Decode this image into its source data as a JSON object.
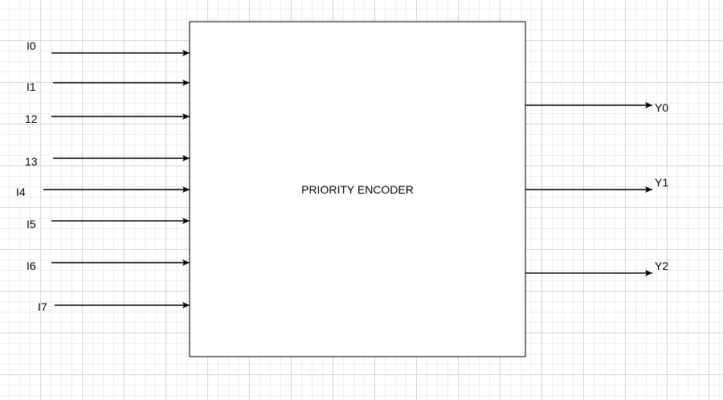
{
  "block": {
    "label": "PRIORITY ENCODER"
  },
  "inputs": [
    "I0",
    "I1",
    "12",
    "13",
    "I4",
    "I5",
    "I6",
    "I7"
  ],
  "outputs": [
    "Y0",
    "Y1",
    "Y2"
  ],
  "colors": {
    "stroke": "#000000",
    "grid_major": "#d4d4d4",
    "grid_minor": "#eeeeee"
  }
}
